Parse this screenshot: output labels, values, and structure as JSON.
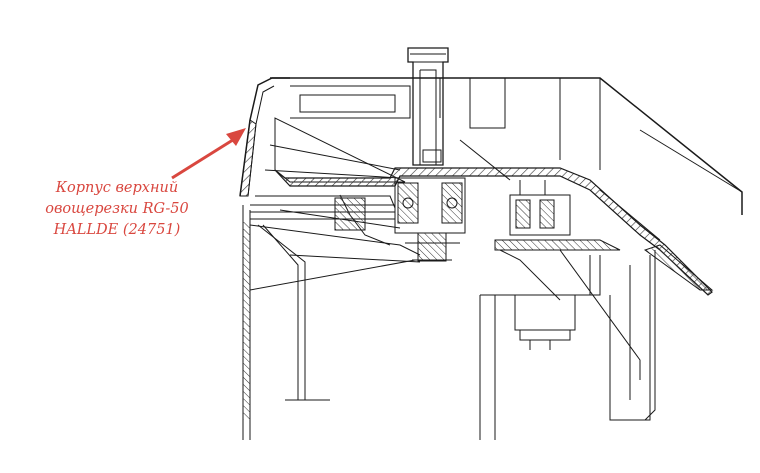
{
  "annotation": {
    "lines": [
      "Корпус верхний",
      "овощерезки RG-50",
      "HALLDE (24751)"
    ],
    "color": "#d9473f"
  },
  "drawing": {
    "line_color": "#1a1a1a",
    "hatch_color": "#333333",
    "arrow_color": "#d9473f"
  }
}
